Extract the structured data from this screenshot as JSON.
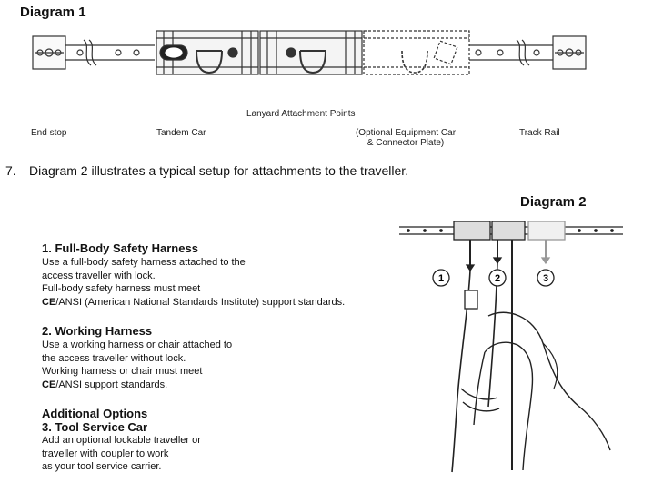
{
  "diagram1": {
    "title": "Diagram 1",
    "labels": {
      "lanyard": "Lanyard Attachment Points",
      "end_stop": "End stop",
      "tandem_car": "Tandem Car",
      "optional_line1": "(Optional Equipment Car",
      "optional_line2": "& Connector Plate)",
      "track_rail": "Track Rail"
    }
  },
  "step": {
    "number": "7.",
    "text": "Diagram 2 illustrates a typical setup for attachments to the traveller."
  },
  "diagram2": {
    "title": "Diagram 2",
    "markers": [
      "1",
      "2",
      "3"
    ]
  },
  "sections": {
    "harness_full": {
      "heading": "1.   Full-Body Safety Harness",
      "lines": [
        "Use a full-body safety harness attached to the",
        "access traveller with lock.",
        "Full-body safety harness must meet"
      ],
      "standard_prefix": "CE",
      "standard_rest": "/ANSI (American National Standards Institute) support standards."
    },
    "harness_work": {
      "heading": "2.  Working Harness",
      "lines": [
        "Use a working harness or chair attached to",
        "the access traveller without lock.",
        "Working harness or chair must meet"
      ],
      "standard_prefix": "CE",
      "standard_rest": "/ANSI support standards."
    },
    "additional": {
      "heading1": "Additional Options",
      "heading2": "3. Tool Service Car",
      "lines": [
        "Add an optional lockable traveller or",
        "traveller with coupler to work",
        "as your tool service carrier."
      ]
    }
  }
}
